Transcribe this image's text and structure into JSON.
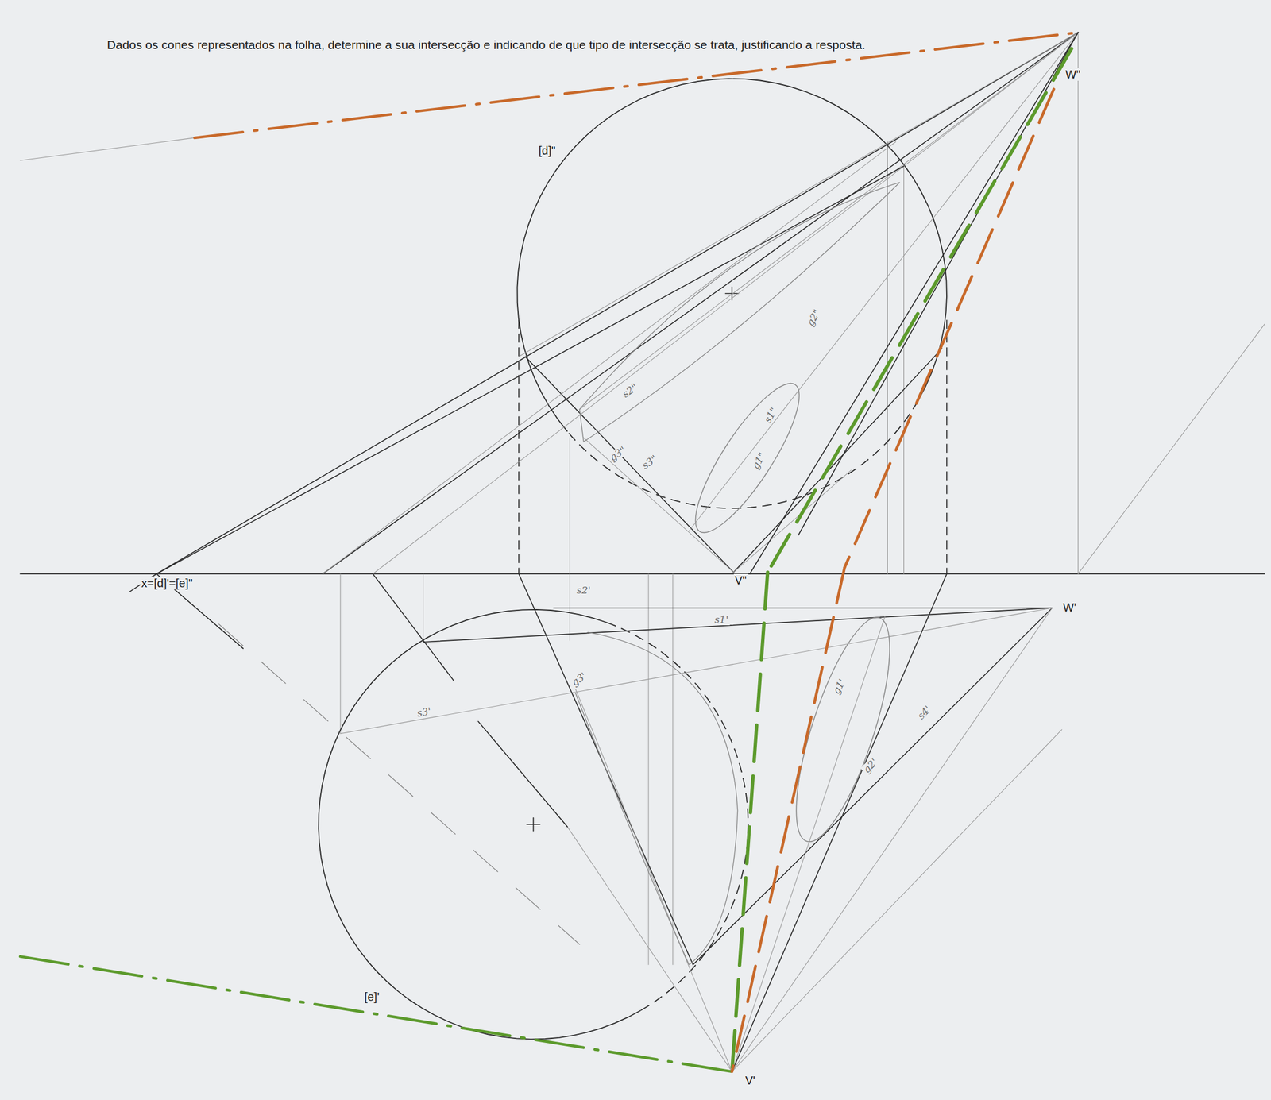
{
  "diagram": {
    "title": "Dados os cones representados na folha, determine a sua intersecção e indicando de que tipo de intersecção se trata, justificando a resposta.",
    "labels": [
      "[d]\"",
      "x=[d]'=[e]\"",
      "V\"",
      "W\"",
      "W'",
      "V'",
      "[e]'",
      "s2\"",
      "s3\"",
      "g3\"",
      "s1\"",
      "g1\"",
      "g2\"",
      "s2'",
      "s1'",
      "s3'",
      "g3'",
      "g1'",
      "g2'",
      "s4'"
    ]
  }
}
